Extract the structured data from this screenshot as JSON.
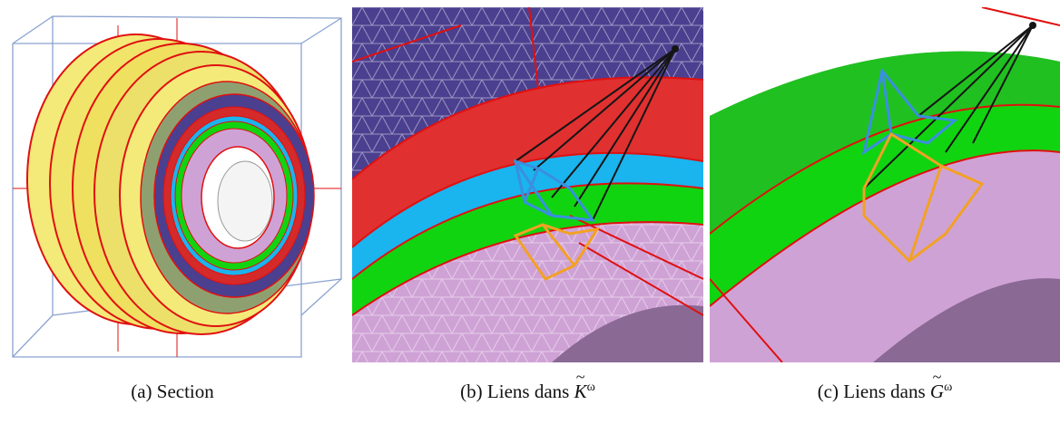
{
  "figure": {
    "panels": [
      {
        "id": "a",
        "caption_label": "(a)",
        "caption_text": "Section",
        "symbol": "",
        "superscript": ""
      },
      {
        "id": "b",
        "caption_label": "(b)",
        "caption_text": "Liens dans",
        "symbol": "K",
        "superscript": "ω"
      },
      {
        "id": "c",
        "caption_label": "(c)",
        "caption_text": "Liens dans",
        "symbol": "G",
        "superscript": "ω"
      }
    ],
    "tilde": "~",
    "colors": {
      "red_lines": "#e01010",
      "yellow_shell": "#f3ea7a",
      "navy_mesh": "#4b3f8f",
      "cyan_band": "#1ab4ee",
      "green_band": "#11d411",
      "pink_mesh": "#cfa2d6",
      "blue_links": "#3a8fe0",
      "orange_links": "#f2a124",
      "black_links": "#151515"
    }
  }
}
